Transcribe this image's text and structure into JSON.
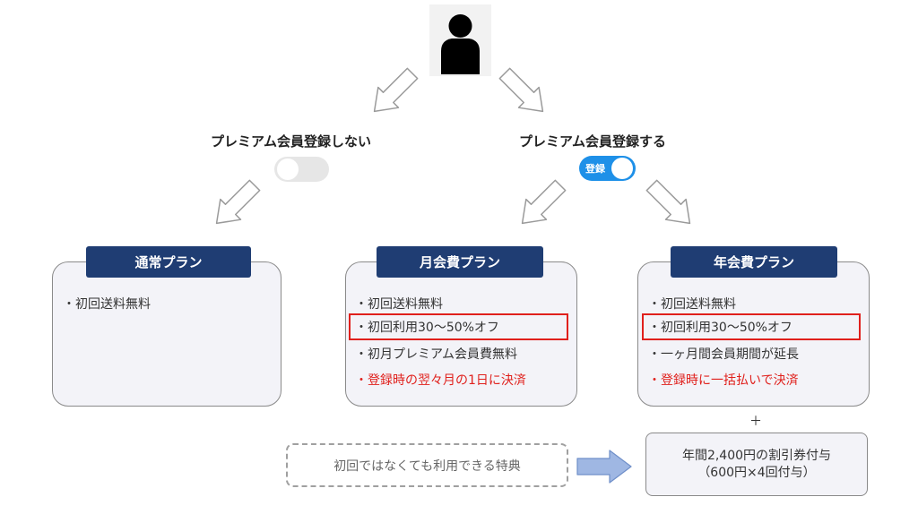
{
  "choices": {
    "no_premium": "プレミアム会員登録しない",
    "premium": "プレミアム会員登録する"
  },
  "toggle_on_label": "登録",
  "plans": [
    {
      "title": "通常プラン",
      "features": [
        "・初回送料無料"
      ]
    },
    {
      "title": "月会費プラン",
      "features": [
        "・初回送料無料",
        "・初回利用30～50%オフ",
        "・初月プレミアム会員費無料",
        "・登録時の翌々月の1日に決済"
      ]
    },
    {
      "title": "年会費プラン",
      "features": [
        "・初回送料無料",
        "・初回利用30～50%オフ",
        "・一ヶ月間会員期間が延長",
        "・登録時に一括払いで決済"
      ]
    }
  ],
  "plus_sign": "＋",
  "extra_benefit": "初回ではなくても利用できる特典",
  "coupon": {
    "line1": "年間2,400円の割引券付与",
    "line2": "（600円×4回付与）"
  },
  "colors": {
    "header_navy": "#1f3d73",
    "highlight_red": "#e0201c",
    "toggle_blue": "#1e90e8",
    "card_bg": "#f3f3f8",
    "arrow_blue": "#9fb7e3"
  },
  "icons": [
    "person-icon",
    "arrow-icon"
  ]
}
